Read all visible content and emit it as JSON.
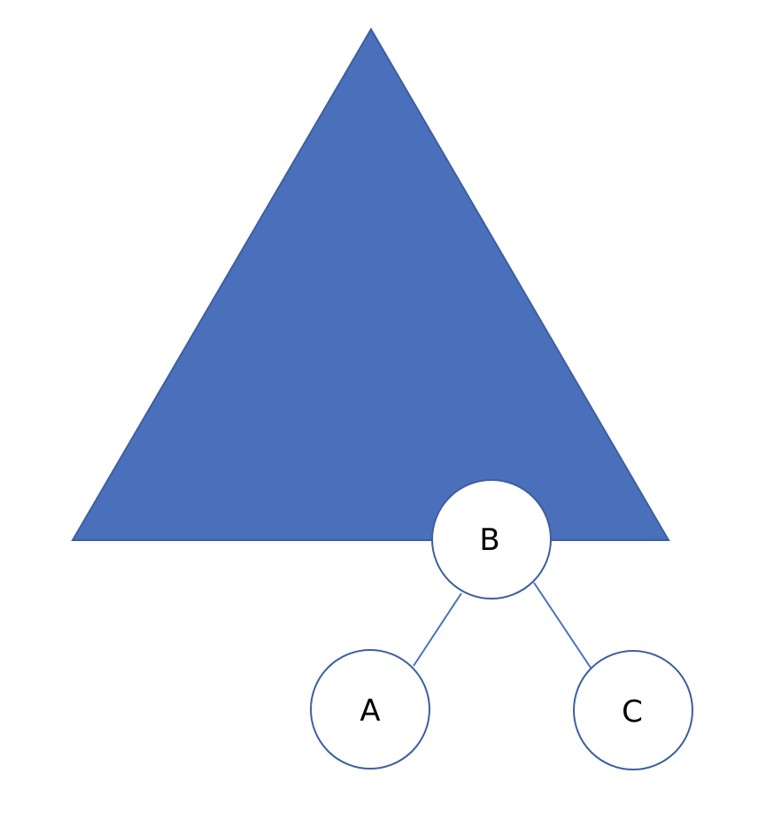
{
  "colors": {
    "triangle_fill": "#4a70bc",
    "triangle_stroke": "#3d5f9f",
    "node_fill": "#ffffff",
    "node_stroke": "#3d5f9f",
    "edge_stroke": "#4a70bc",
    "label": "#000000"
  },
  "tree": {
    "root": {
      "label": "B"
    },
    "left_child": {
      "label": "A"
    },
    "right_child": {
      "label": "C"
    }
  }
}
